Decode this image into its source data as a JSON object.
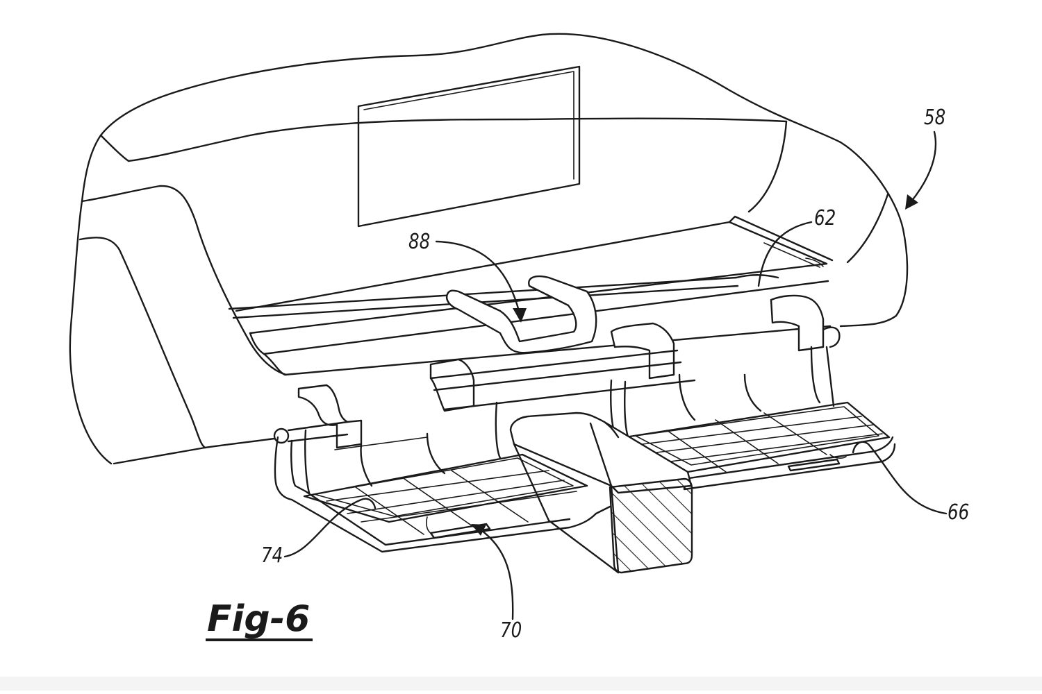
{
  "figure": {
    "title": "Fig-6",
    "reference_numerals": {
      "seat": "58",
      "member": "62",
      "recess": "88",
      "tray_right": "66",
      "tray_left_cell": "74",
      "slot": "70"
    }
  },
  "colors": {
    "line": "#1a1a1a",
    "background": "#ffffff"
  }
}
